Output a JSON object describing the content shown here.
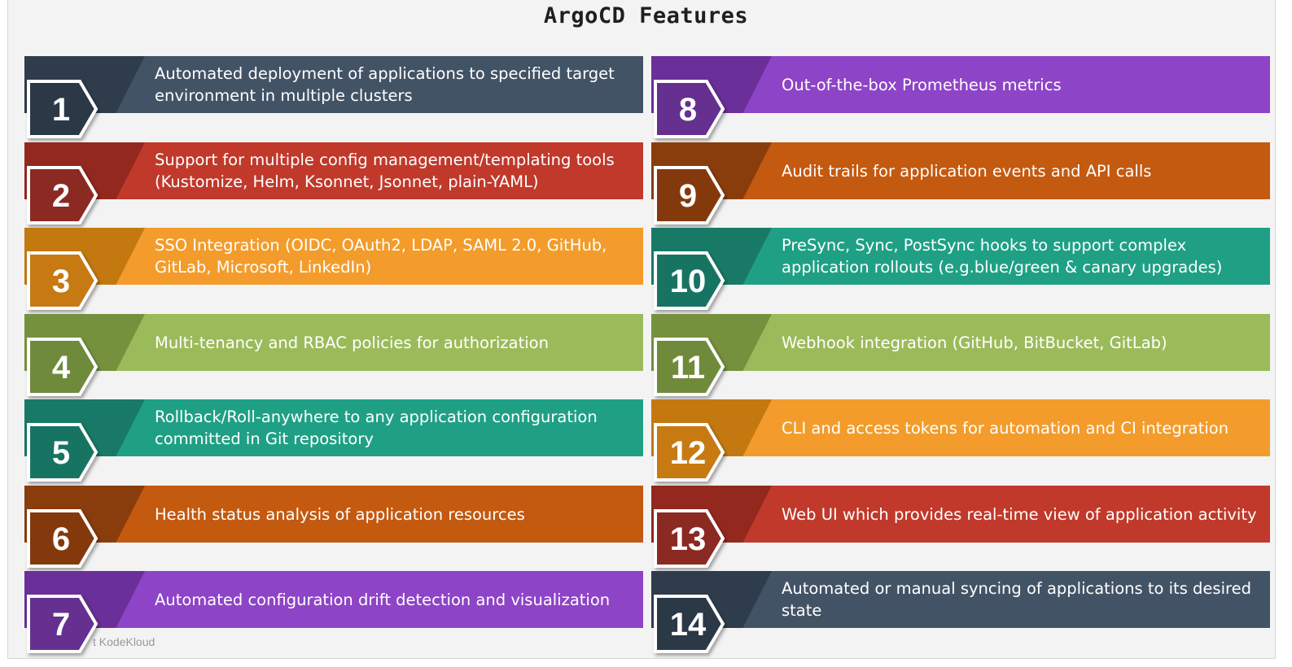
{
  "title": "ArgoCD Features",
  "copyright": "t KodeKloud",
  "features": [
    {
      "number": "1",
      "text": "Automated deployment of applications to specified target environment in multiple clusters",
      "color": "#435366",
      "dark": "#2f3c4b",
      "badge": "#2b3846"
    },
    {
      "number": "2",
      "text": "Support for multiple config management/templating tools (Kustomize, Helm, Ksonnet, Jsonnet, plain-YAML)",
      "color": "#c0392b",
      "dark": "#93281f",
      "badge": "#8b2a22"
    },
    {
      "number": "3",
      "text": "SSO Integration (OIDC, OAuth2, LDAP, SAML 2.0, GitHub, GitLab, Microsoft, LinkedIn)",
      "color": "#f39c2b",
      "dark": "#c47910",
      "badge": "#c77a12"
    },
    {
      "number": "4",
      "text": "Multi-tenancy and RBAC policies for authorization",
      "color": "#9bbb5a",
      "dark": "#76913e",
      "badge": "#6f8a3a"
    },
    {
      "number": "5",
      "text": "Rollback/Roll-anywhere to any application configuration committed in Git repository",
      "color": "#1fa085",
      "dark": "#187a66",
      "badge": "#187462"
    },
    {
      "number": "6",
      "text": "Health status analysis of application resources",
      "color": "#c45910",
      "dark": "#8a3d0c",
      "badge": "#84390c"
    },
    {
      "number": "7",
      "text": "Automated configuration drift detection and visualization",
      "color": "#8e44c6",
      "dark": "#6a2f98",
      "badge": "#65308f"
    },
    {
      "number": "8",
      "text": "Out-of-the-box Prometheus metrics",
      "color": "#8e44c6",
      "dark": "#6a2f98",
      "badge": "#65308f"
    },
    {
      "number": "9",
      "text": "Audit trails for application events and API calls",
      "color": "#c45910",
      "dark": "#8a3d0c",
      "badge": "#84390c"
    },
    {
      "number": "10",
      "text": "PreSync, Sync, PostSync hooks to support complex application rollouts (e.g.blue/green & canary upgrades)",
      "color": "#1fa085",
      "dark": "#187a66",
      "badge": "#187462"
    },
    {
      "number": "11",
      "text": "Webhook integration (GitHub, BitBucket, GitLab)",
      "color": "#9bbb5a",
      "dark": "#76913e",
      "badge": "#6f8a3a"
    },
    {
      "number": "12",
      "text": "CLI and access tokens for automation and CI integration",
      "color": "#f39c2b",
      "dark": "#c47910",
      "badge": "#c77a12"
    },
    {
      "number": "13",
      "text": "Web UI which provides real-time view of application activity",
      "color": "#c0392b",
      "dark": "#93281f",
      "badge": "#8b2a22"
    },
    {
      "number": "14",
      "text": "Automated or manual syncing of applications to its desired state",
      "color": "#435366",
      "dark": "#2f3c4b",
      "badge": "#2b3846"
    }
  ]
}
